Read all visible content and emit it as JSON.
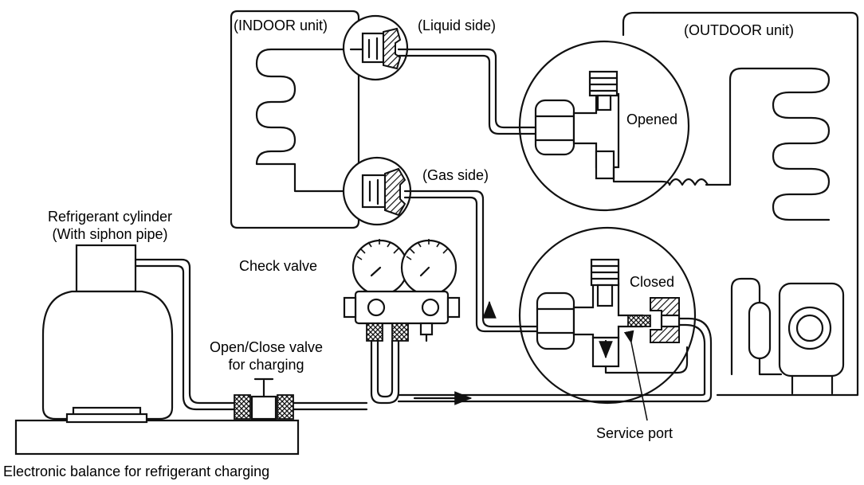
{
  "labels": {
    "indoor_unit": "(INDOOR unit)",
    "liquid_side": "(Liquid side)",
    "outdoor_unit": "(OUTDOOR unit)",
    "opened": "Opened",
    "gas_side": "(Gas side)",
    "refrigerant_cylinder_line1": "Refrigerant cylinder",
    "refrigerant_cylinder_line2": "(With siphon pipe)",
    "check_valve": "Check valve",
    "closed": "Closed",
    "open_close_valve_line1": "Open/Close valve",
    "open_close_valve_line2": "for charging",
    "service_port": "Service port",
    "electronic_balance": "Electronic balance for refrigerant charging"
  },
  "colors": {
    "line": "#111111",
    "background": "#ffffff"
  }
}
